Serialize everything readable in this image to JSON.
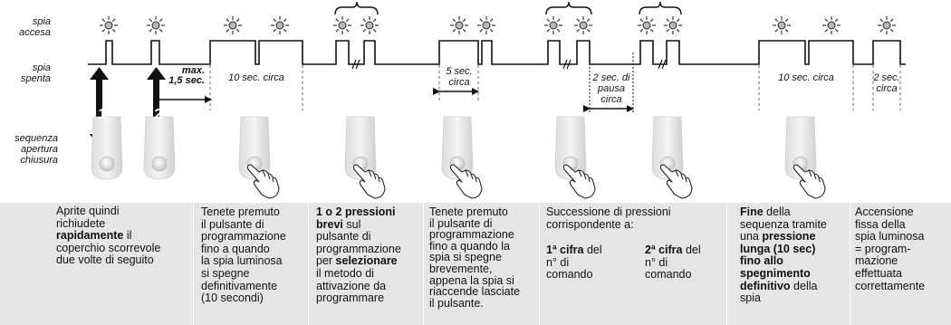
{
  "labels": {
    "on": [
      "spia",
      "accesa"
    ],
    "off": [
      "spia",
      "spenta"
    ],
    "sequence": [
      "sequenza",
      "apertura",
      "chiusura"
    ]
  },
  "markers": {
    "first": "1",
    "second": "2"
  },
  "dimensions": {
    "max": [
      "max.",
      "1,5 sec."
    ],
    "ten_a": "10 sec. circa",
    "five": [
      "5 sec.",
      "circa"
    ],
    "pause": [
      "2 sec. di",
      "pausa",
      "circa"
    ],
    "ten_b": "10 sec. circa",
    "two": [
      "2 sec.",
      "circa"
    ]
  },
  "steps": [
    {
      "lines": [
        [
          {
            "t": "Aprite quindi"
          }
        ],
        [
          {
            "t": "richiudete"
          }
        ],
        [
          {
            "t": "rapidamente",
            "b": true
          },
          {
            "t": " il"
          }
        ],
        [
          {
            "t": "coperchio scorrevole"
          }
        ],
        [
          {
            "t": "due volte di seguito"
          }
        ]
      ]
    },
    {
      "lines": [
        [
          {
            "t": "Tenete premuto"
          }
        ],
        [
          {
            "t": "il pulsante di"
          }
        ],
        [
          {
            "t": "programmazione"
          }
        ],
        [
          {
            "t": "fino a quando"
          }
        ],
        [
          {
            "t": "la spia luminosa"
          }
        ],
        [
          {
            "t": "si spegne"
          }
        ],
        [
          {
            "t": "definitivamente"
          }
        ],
        [
          {
            "t": "(10 secondi)"
          }
        ]
      ]
    },
    {
      "lines": [
        [
          {
            "t": "1 o 2 pressioni",
            "b": true
          }
        ],
        [
          {
            "t": "brevi",
            "b": true
          },
          {
            "t": " sul"
          }
        ],
        [
          {
            "t": "pulsante di"
          }
        ],
        [
          {
            "t": "programmazione"
          }
        ],
        [
          {
            "t": "per "
          },
          {
            "t": "selezionare",
            "b": true
          }
        ],
        [
          {
            "t": "il metodo di"
          }
        ],
        [
          {
            "t": "attivazione da"
          }
        ],
        [
          {
            "t": "programmare"
          }
        ]
      ]
    },
    {
      "lines": [
        [
          {
            "t": "Tenete premuto"
          }
        ],
        [
          {
            "t": "il pulsante di"
          }
        ],
        [
          {
            "t": "programmazione"
          }
        ],
        [
          {
            "t": "fino a quando la"
          }
        ],
        [
          {
            "t": "spia si spegne"
          }
        ],
        [
          {
            "t": "brevemente,"
          }
        ],
        [
          {
            "t": "appena la spia si"
          }
        ],
        [
          {
            "t": "riaccende lasciate"
          }
        ],
        [
          {
            "t": "il pulsante."
          }
        ]
      ]
    },
    {
      "lines": [
        [
          {
            "t": "Successione di pressioni"
          }
        ],
        [
          {
            "t": "corrispondente a:"
          }
        ]
      ]
    },
    {
      "lines": [
        [
          {
            "t": "1ª cifra",
            "b": true
          },
          {
            "t": " del"
          }
        ],
        [
          {
            "t": "n° di"
          }
        ],
        [
          {
            "t": "comando"
          }
        ]
      ]
    },
    {
      "lines": [
        [
          {
            "t": "2ª cifra",
            "b": true
          },
          {
            "t": " del"
          }
        ],
        [
          {
            "t": "n° di"
          }
        ],
        [
          {
            "t": "comando"
          }
        ]
      ]
    },
    {
      "lines": [
        [
          {
            "t": "Fine",
            "b": true
          },
          {
            "t": " della"
          }
        ],
        [
          {
            "t": "sequenza tramite"
          }
        ],
        [
          {
            "t": "una "
          },
          {
            "t": "pressione",
            "b": true
          }
        ],
        [
          {
            "t": "lunga (10 sec)",
            "b": true
          }
        ],
        [
          {
            "t": "fino allo",
            "b": true
          }
        ],
        [
          {
            "t": "spegnimento",
            "b": true
          }
        ],
        [
          {
            "t": "definitivo",
            "b": true
          },
          {
            "t": " della"
          }
        ],
        [
          {
            "t": "spia"
          }
        ]
      ]
    },
    {
      "lines": [
        [
          {
            "t": "Accensione"
          }
        ],
        [
          {
            "t": "fissa della"
          }
        ],
        [
          {
            "t": "spia luminosa"
          }
        ],
        [
          {
            "t": "= program-"
          }
        ],
        [
          {
            "t": "mazione"
          }
        ],
        [
          {
            "t": "effettuata"
          }
        ],
        [
          {
            "t": "correttamente"
          }
        ]
      ]
    }
  ]
}
